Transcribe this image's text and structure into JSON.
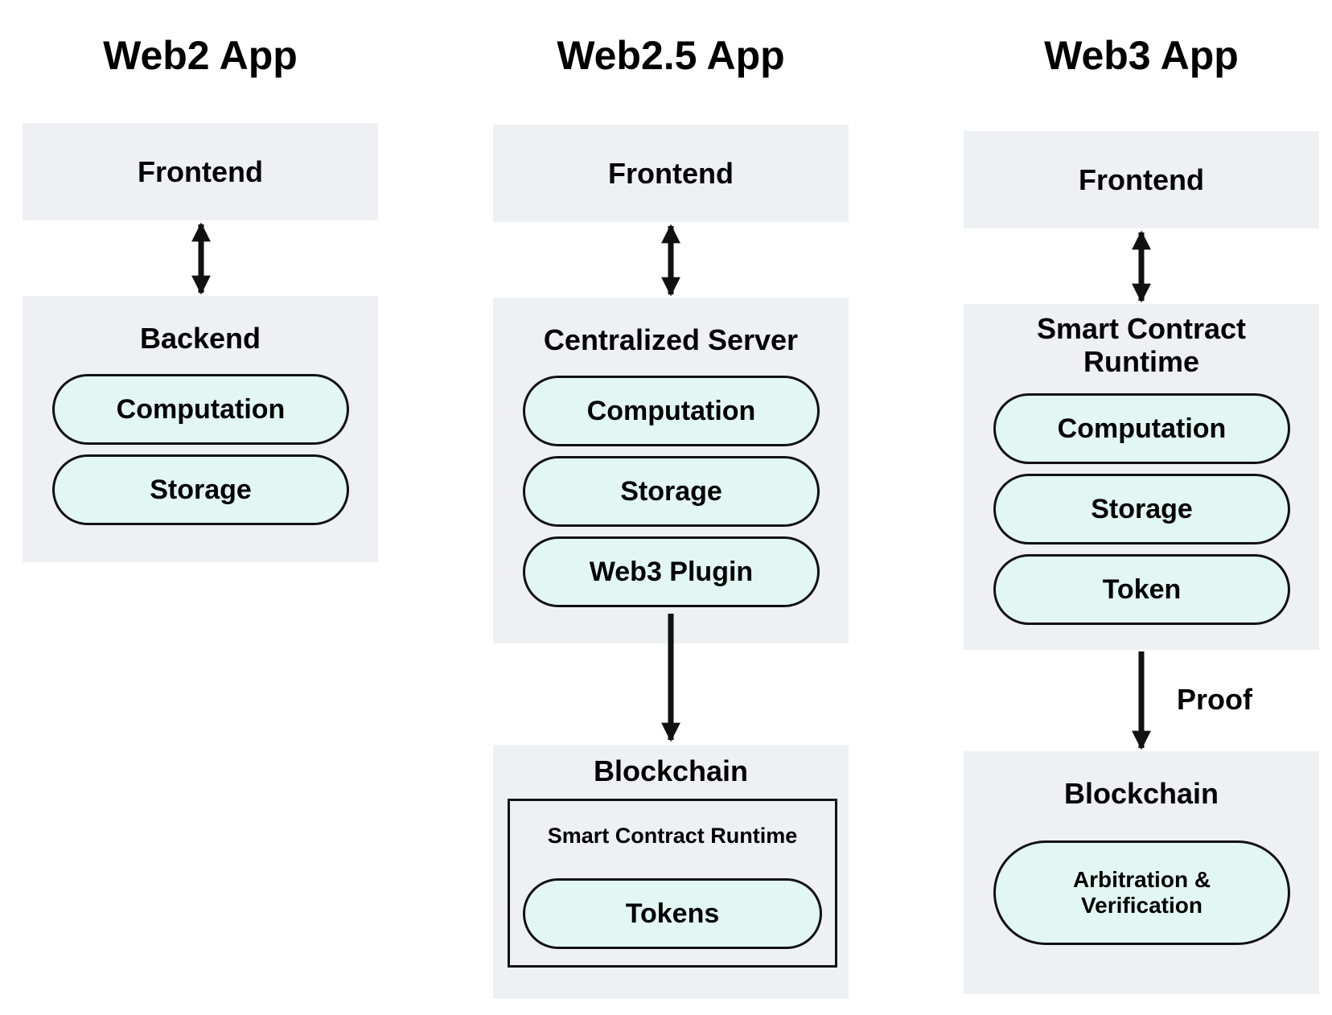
{
  "columns": [
    {
      "title": "Web2 App",
      "frontend": "Frontend",
      "backend": {
        "label": "Backend",
        "items": [
          "Computation",
          "Storage"
        ]
      }
    },
    {
      "title": "Web2.5 App",
      "frontend": "Frontend",
      "backend": {
        "label": "Centralized Server",
        "items": [
          "Computation",
          "Storage",
          "Web3 Plugin"
        ]
      },
      "chain": {
        "label": "Blockchain",
        "runtime_label": "Smart Contract Runtime",
        "items": [
          "Tokens"
        ]
      }
    },
    {
      "title": "Web3 App",
      "frontend": "Frontend",
      "backend": {
        "label": "Smart Contract\nRuntime",
        "items": [
          "Computation",
          "Storage",
          "Token"
        ]
      },
      "arrow_label": "Proof",
      "chain": {
        "label": "Blockchain",
        "items": [
          "Arbitration &\nVerification"
        ]
      }
    }
  ],
  "colors": {
    "panel_bg": "#eff0f4",
    "pill_bg": "#e2f6f4",
    "stroke": "#111111"
  }
}
